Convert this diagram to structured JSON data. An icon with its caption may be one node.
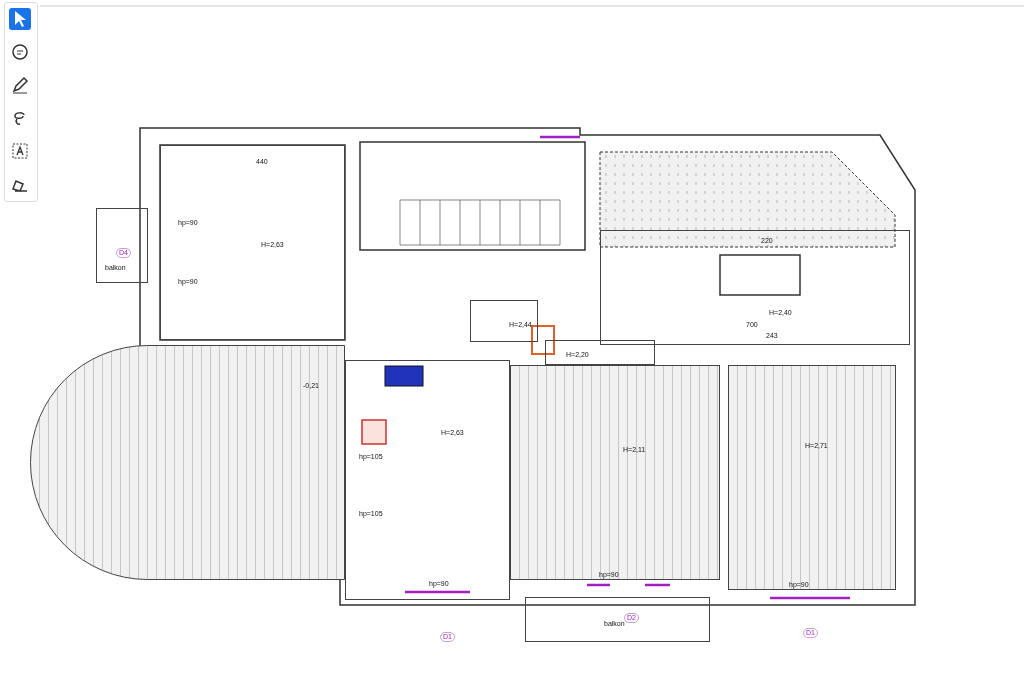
{
  "diagram": {
    "nodes": [
      {
        "text": [
          "440",
          "H=2,63"
        ]
      },
      {
        "text": [
          "balkon"
        ]
      },
      {
        "text": [
          "H=2,44"
        ]
      },
      {
        "text": [
          "H=2,20"
        ]
      },
      {
        "text": [
          "220",
          "H=2,40",
          "700",
          "243"
        ]
      },
      {
        "text": [
          "-0,21"
        ]
      },
      {
        "text": [
          "H=2,63",
          "hp=105",
          "hp=105",
          "hp=90"
        ]
      },
      {
        "text": [
          "H=2,11",
          "hp=90"
        ]
      },
      {
        "text": [
          "H=2,71",
          "hp=90"
        ]
      },
      {
        "text": [
          "balkon"
        ]
      }
    ],
    "edges": [],
    "labels": [
      "hp=90",
      "D4",
      "hp=90",
      "D2",
      "D1",
      "D1"
    ]
  }
}
